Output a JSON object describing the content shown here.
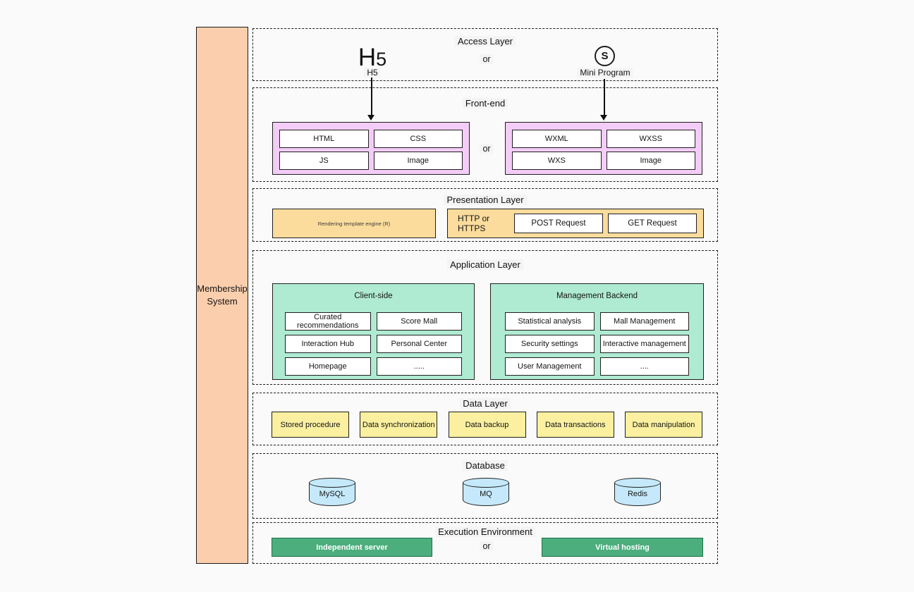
{
  "sidebar": {
    "label": "Membership System"
  },
  "layers": {
    "access": {
      "title": "Access Layer",
      "or_label": "or",
      "h5_logo": {
        "h": "H",
        "five": "5"
      },
      "h5_caption": "H5",
      "mini_icon_letter": "S",
      "mini_label": "Mini Program"
    },
    "frontend": {
      "title": "Front-end",
      "or_label": "or",
      "web_boxes": [
        "HTML",
        "CSS",
        "JS",
        "Image"
      ],
      "wx_boxes": [
        "WXML",
        "WXSS",
        "WXS",
        "Image"
      ]
    },
    "presentation": {
      "title": "Presentation Layer",
      "engine_label": "Rendering template engine (R)",
      "http_label": "HTTP or HTTPS",
      "requests": [
        "POST Request",
        "GET Request"
      ]
    },
    "application": {
      "title": "Application Layer",
      "client": {
        "title": "Client-side",
        "boxes": [
          "Curated recommendations",
          "Score Mall",
          "Interaction Hub",
          "Personal Center",
          "Homepage",
          "....."
        ]
      },
      "backend": {
        "title": "Management Backend",
        "boxes": [
          "Statistical analysis",
          "Mall Management",
          "Security settings",
          "Interactive management",
          "User Management",
          "...."
        ]
      }
    },
    "data": {
      "title": "Data Layer",
      "boxes": [
        "Stored procedure",
        "Data synchronization",
        "Data backup",
        "Data transactions",
        "Data manipulation"
      ]
    },
    "database": {
      "title": "Database",
      "cylinders": [
        "MySQL",
        "MQ",
        "Redis"
      ]
    },
    "execution": {
      "title": "Execution Environment",
      "or_label": "or",
      "servers": [
        "Independent server",
        "Virtual hosting"
      ]
    }
  },
  "palette": {
    "canvas_bg": "#fafafa",
    "peach": "#fbcfad",
    "pink": "#f3ccf7",
    "mint": "#afebd2",
    "yellow": "#faf0a0",
    "orange": "#fbdc9c",
    "green": "#4cae7d",
    "blue": "#c5e9fa",
    "line": "#1c1c1c"
  }
}
